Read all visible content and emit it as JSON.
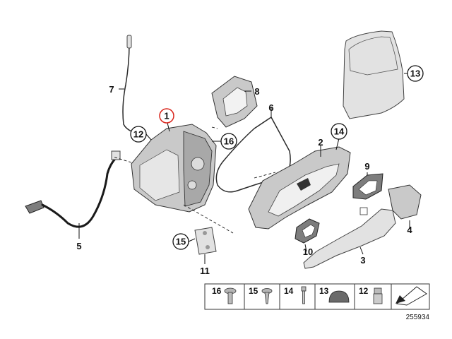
{
  "callouts": {
    "c1": "1",
    "c2": "2",
    "c3": "3",
    "c4": "4",
    "c5": "5",
    "c6": "6",
    "c7": "7",
    "c8": "8",
    "c9": "9",
    "c10": "10",
    "c11": "11",
    "c12": "12",
    "c13": "13",
    "c14": "14",
    "c15": "15",
    "c16": "16"
  },
  "legend": {
    "items": [
      "16",
      "15",
      "14",
      "13",
      "12"
    ]
  },
  "figure_number": "255934",
  "colors": {
    "highlight_callout": "#d9251c",
    "part_fill": "#c9c9c9",
    "line": "#111111"
  }
}
